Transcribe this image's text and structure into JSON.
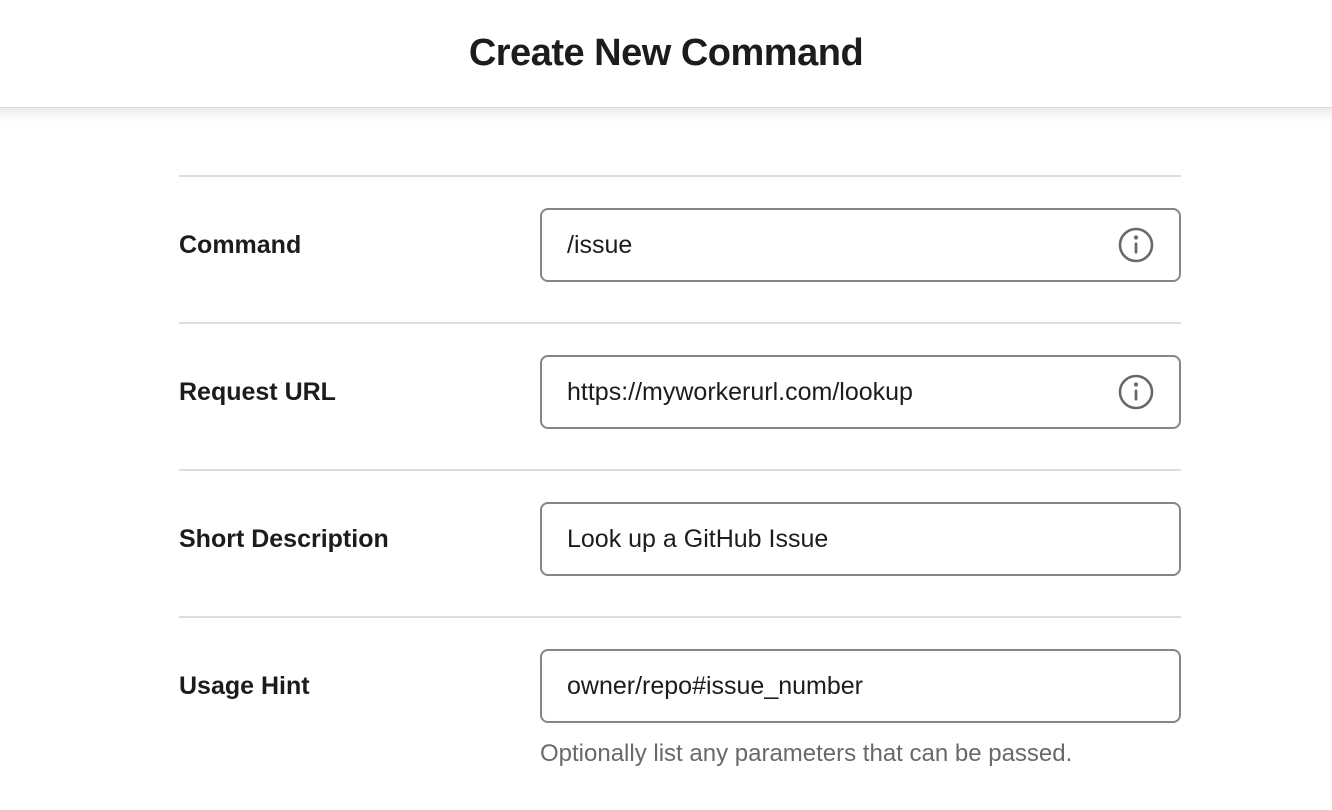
{
  "header": {
    "title": "Create New Command"
  },
  "form": {
    "fields": [
      {
        "label": "Command",
        "value": "/issue",
        "has_info_icon": true
      },
      {
        "label": "Request URL",
        "value": "https://myworkerurl.com/lookup",
        "has_info_icon": true
      },
      {
        "label": "Short Description",
        "value": "Look up a GitHub Issue",
        "has_info_icon": false
      },
      {
        "label": "Usage Hint",
        "value": "owner/repo#issue_number",
        "has_info_icon": false,
        "help_text": "Optionally list any parameters that can be passed."
      }
    ]
  },
  "icons": {
    "info": "info-icon"
  },
  "colors": {
    "text": "#1d1c1d",
    "muted": "#696969",
    "input_border": "#868686",
    "divider": "#dddddd",
    "bg": "#ffffff"
  }
}
